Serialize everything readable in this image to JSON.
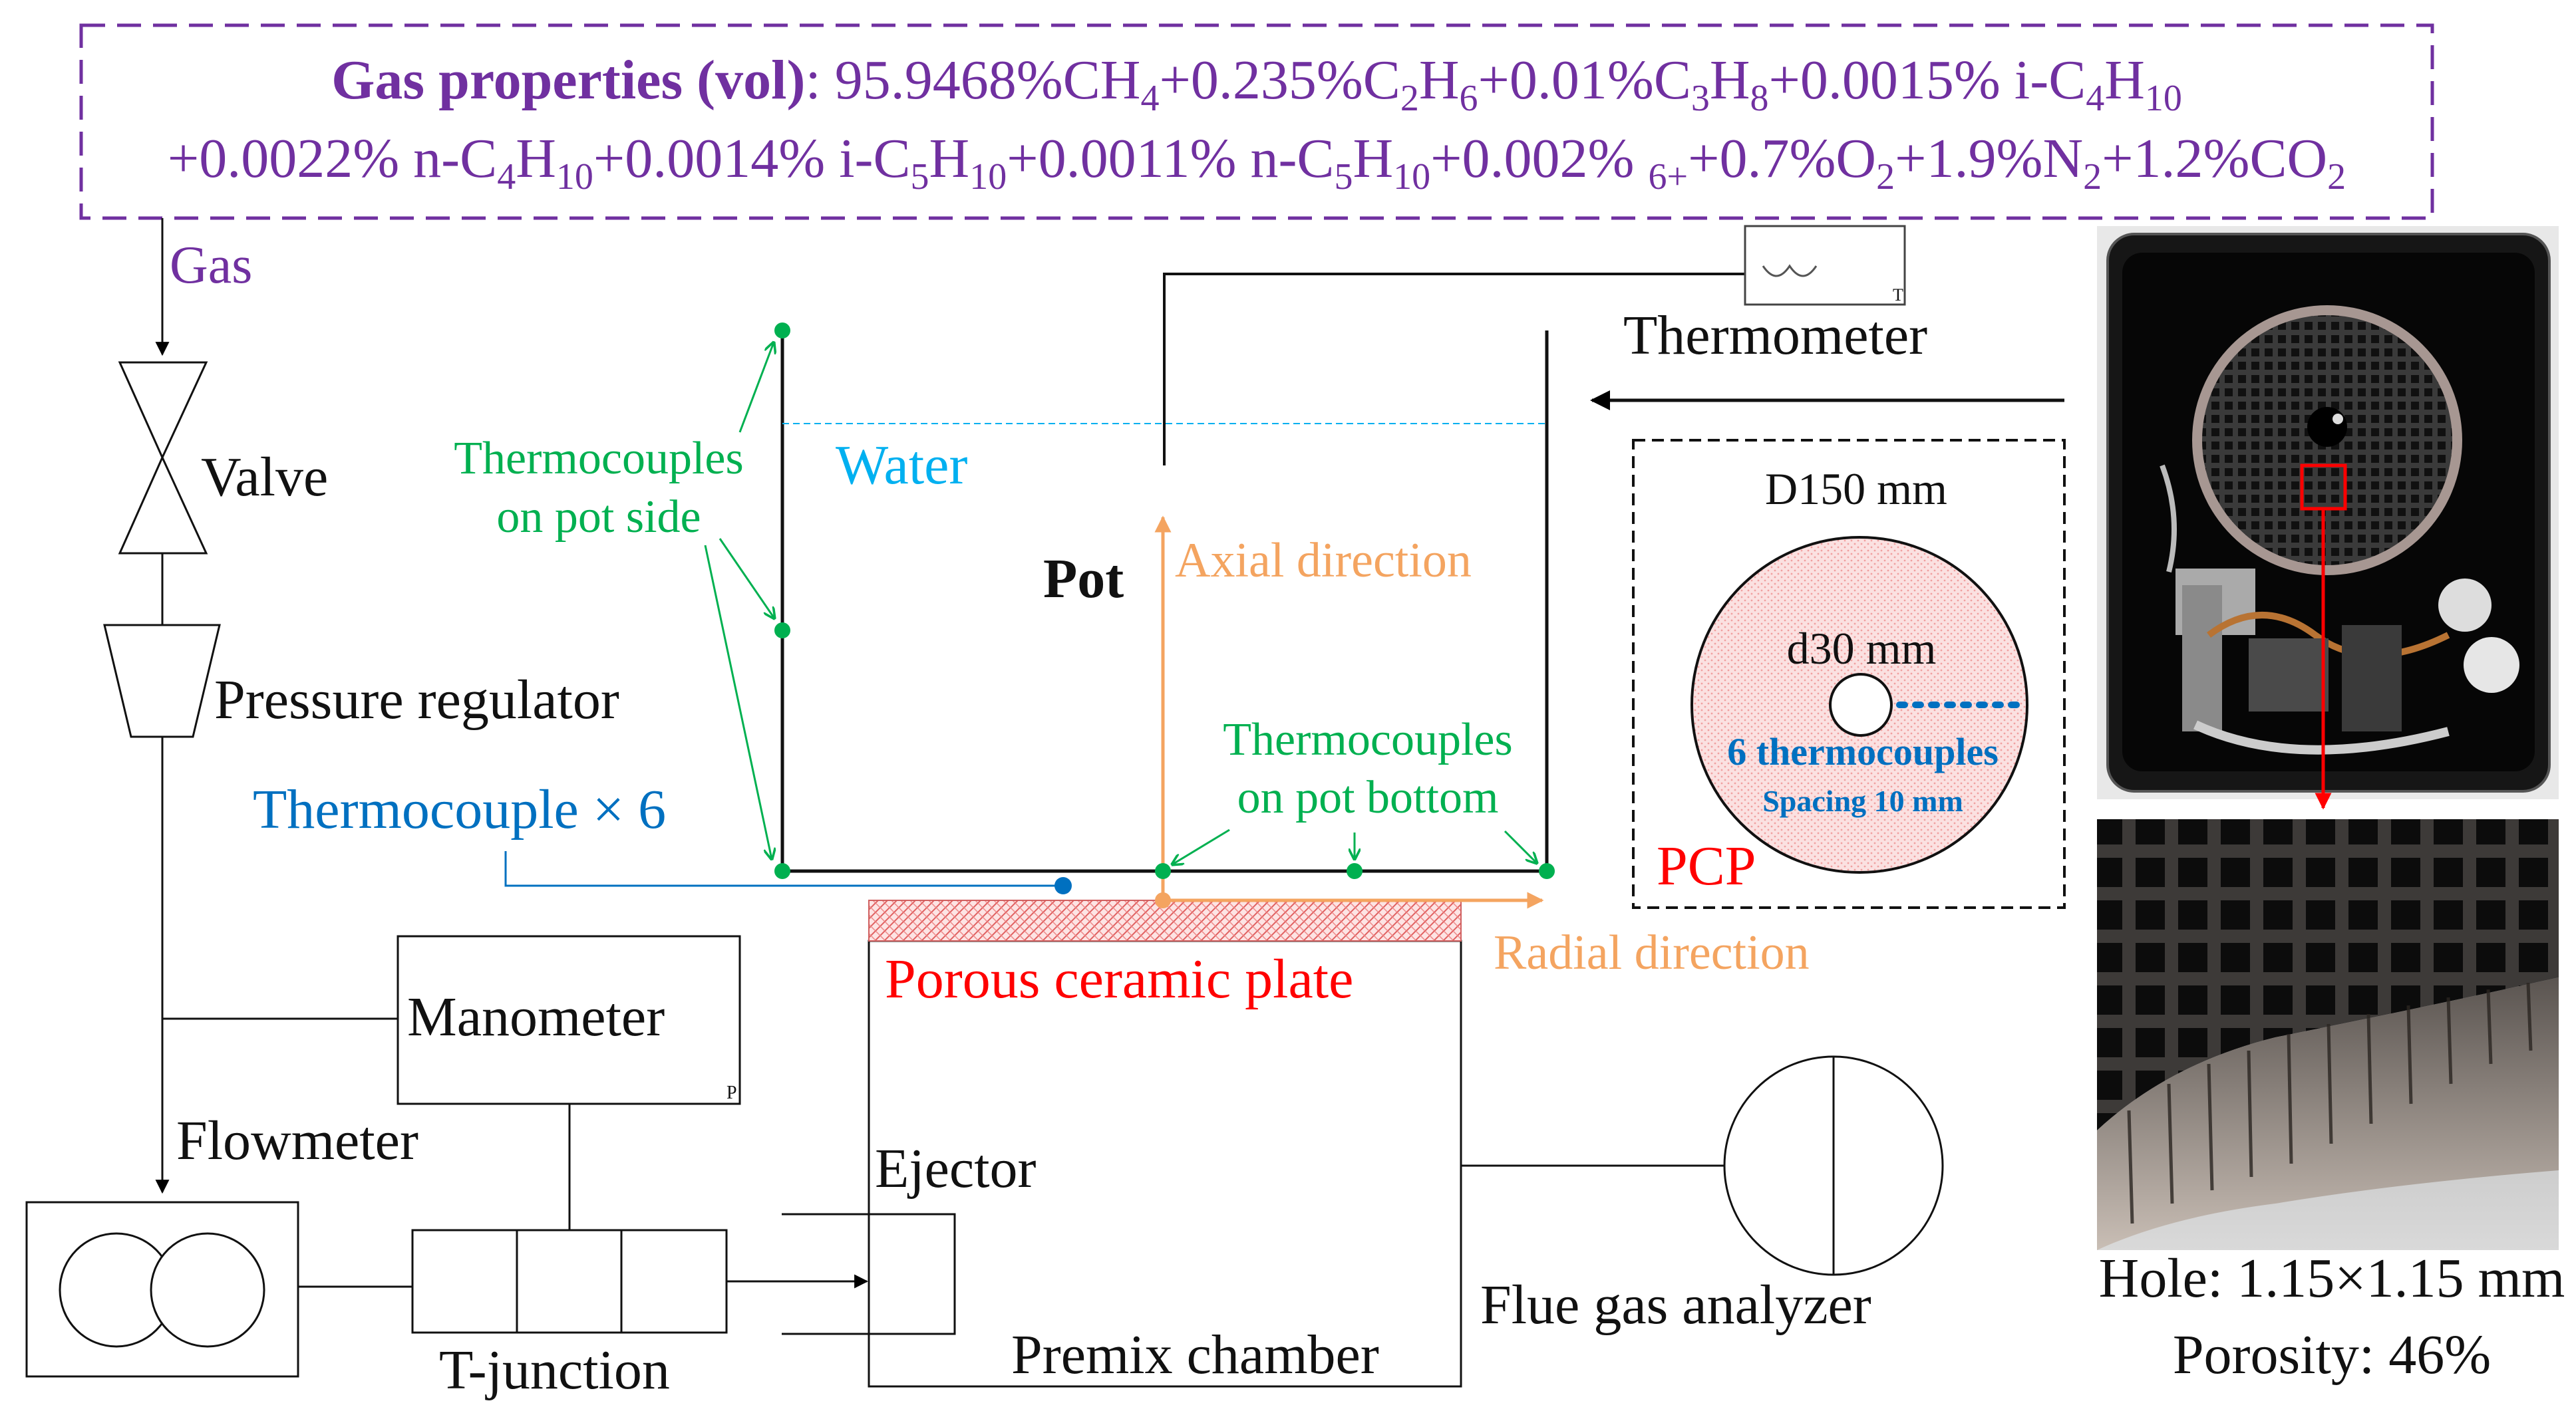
{
  "gas_properties": {
    "label": "Gas properties (vol)",
    "colon": ":",
    "line1": [
      {
        "t": " 95.9468%CH"
      },
      {
        "t": "4",
        "sub": true
      },
      {
        "t": "+0.235%C"
      },
      {
        "t": "2",
        "sub": true
      },
      {
        "t": "H"
      },
      {
        "t": "6",
        "sub": true
      },
      {
        "t": "+0.01%C"
      },
      {
        "t": "3",
        "sub": true
      },
      {
        "t": "H"
      },
      {
        "t": "8",
        "sub": true
      },
      {
        "t": "+0.0015% i-C"
      },
      {
        "t": "4",
        "sub": true
      },
      {
        "t": "H"
      },
      {
        "t": "10",
        "sub": true
      }
    ],
    "line2": [
      {
        "t": "+0.0022% n-C"
      },
      {
        "t": "4",
        "sub": true
      },
      {
        "t": "H"
      },
      {
        "t": "10",
        "sub": true
      },
      {
        "t": "+0.0014% i-C"
      },
      {
        "t": "5",
        "sub": true
      },
      {
        "t": "H"
      },
      {
        "t": "10",
        "sub": true
      },
      {
        "t": "+0.0011% n-C"
      },
      {
        "t": "5",
        "sub": true
      },
      {
        "t": "H"
      },
      {
        "t": "10",
        "sub": true
      },
      {
        "t": "+0.002% "
      },
      {
        "t": "6+",
        "sub": true
      },
      {
        "t": "+0.7%O"
      },
      {
        "t": "2",
        "sub": true
      },
      {
        "t": "+1.9%N"
      },
      {
        "t": "2",
        "sub": true
      },
      {
        "t": "+1.2%CO"
      },
      {
        "t": "2",
        "sub": true
      }
    ]
  },
  "labels": {
    "gas": "Gas",
    "valve": "Valve",
    "pressure_regulator": "Pressure regulator",
    "manometer": "Manometer",
    "manometer_tag": "P",
    "flowmeter": "Flowmeter",
    "t_junction": "T-junction",
    "ejector": "Ejector",
    "premix_chamber": "Premix chamber",
    "porous_ceramic_plate": "Porous ceramic plate",
    "flue_gas_analyzer": "Flue gas analyzer",
    "thermometer": "Thermometer",
    "thermometer_tag": "T",
    "water": "Water",
    "pot": "Pot",
    "axial_direction": "Axial direction",
    "radial_direction": "Radial direction",
    "thermocouple_x6": "Thermocouple × 6",
    "tc_side_line1": "Thermocouples",
    "tc_side_line2": "on pot side",
    "tc_bottom_line1": "Thermocouples",
    "tc_bottom_line2": "on pot bottom"
  },
  "pcp_inset": {
    "outer_diameter": "D150 mm",
    "inner_diameter": "d30 mm",
    "thermocouples": "6 thermocouples",
    "spacing": "Spacing 10 mm",
    "name": "PCP"
  },
  "photos": {
    "hole": "Hole: 1.15×1.15 mm",
    "porosity": "Porosity: 46%"
  },
  "colors": {
    "purple": "#7030a0",
    "green": "#00b050",
    "orange": "#f4a460",
    "red": "#ff0000",
    "cyan": "#00b0f0",
    "blue": "#0070c0"
  }
}
